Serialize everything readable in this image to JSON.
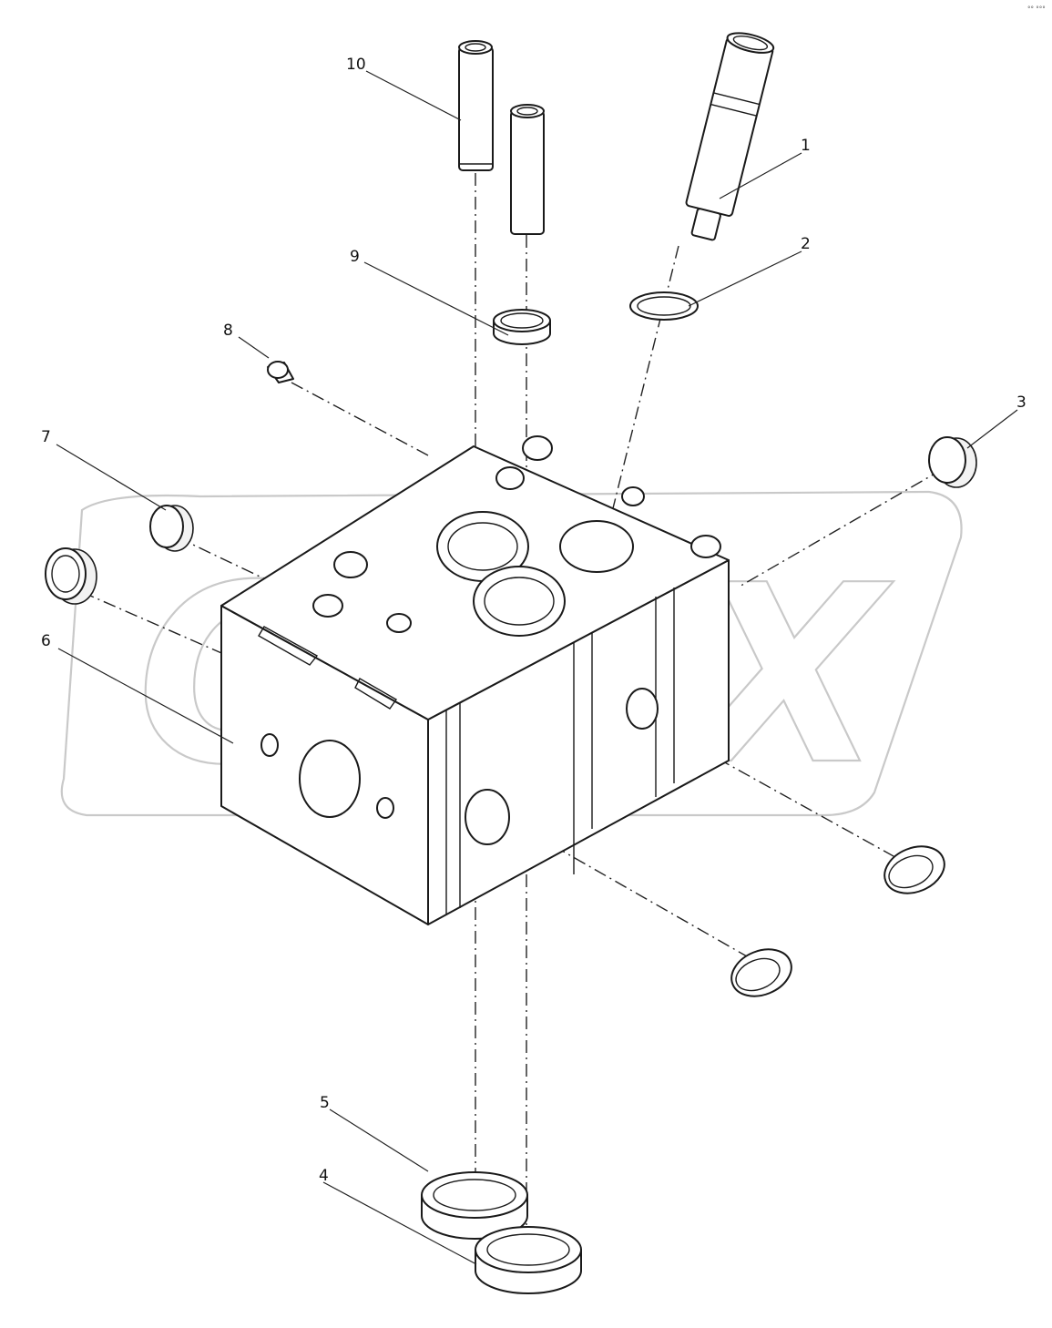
{
  "corner_mark": "°° °°°",
  "watermark": {
    "text": "OPEX",
    "color": "#c9c9c9"
  },
  "callouts": {
    "c1": "1",
    "c2": "2",
    "c3": "3",
    "c4": "4",
    "c5": "5",
    "c6": "6",
    "c7": "7",
    "c8": "8",
    "c9": "9",
    "c10": "10"
  }
}
